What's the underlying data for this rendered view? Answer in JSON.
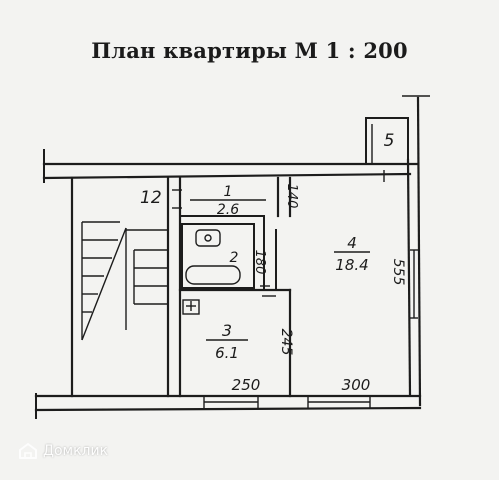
{
  "title": "План квартиры М 1 : 200",
  "rooms": [
    {
      "number": "1",
      "area": "2.6"
    },
    {
      "number": "2",
      "area": ""
    },
    {
      "number": "3",
      "area": "6.1"
    },
    {
      "number": "4",
      "area": "18.4"
    },
    {
      "number": "5",
      "area": ""
    },
    {
      "number": "12",
      "area": ""
    }
  ],
  "dimensions": {
    "room1_width": "140",
    "room2_height": "180",
    "room3_height": "245",
    "room3_width": "250",
    "room4_height": "555",
    "room4_width": "300"
  },
  "watermark": {
    "text": "Домклик",
    "icon": "house-logo-icon"
  },
  "colors": {
    "line": "#1c1c1c",
    "paper": "#f3f3f1"
  }
}
